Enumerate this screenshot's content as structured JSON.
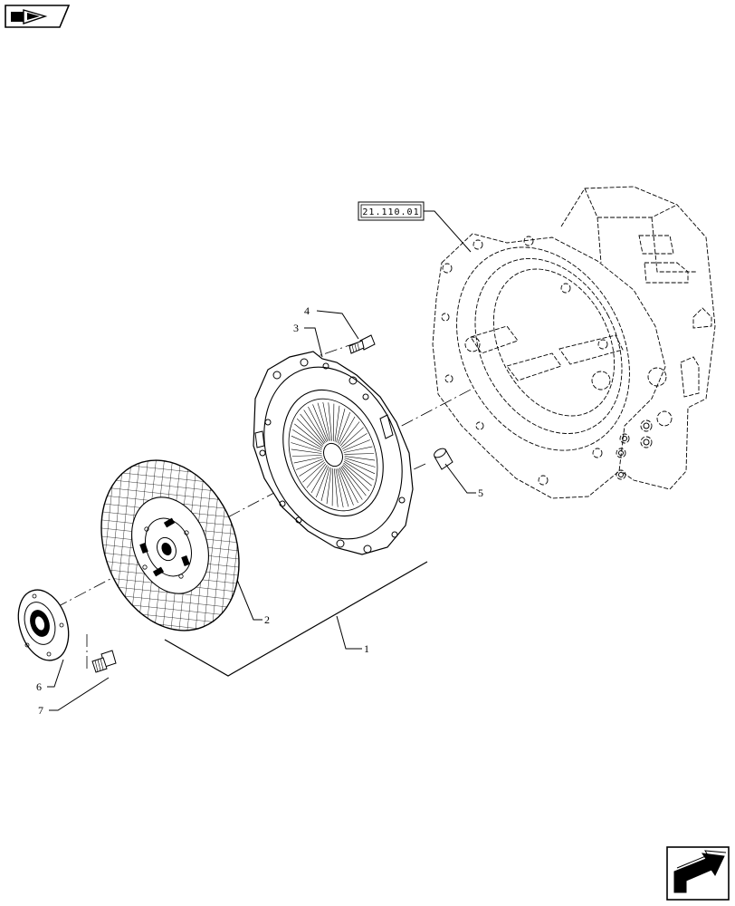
{
  "reference": {
    "label": "21.110.01"
  },
  "callouts": [
    {
      "id": "1",
      "label": "1"
    },
    {
      "id": "2",
      "label": "2"
    },
    {
      "id": "3",
      "label": "3"
    },
    {
      "id": "4",
      "label": "4"
    },
    {
      "id": "5",
      "label": "5"
    },
    {
      "id": "6",
      "label": "6"
    },
    {
      "id": "7",
      "label": "7"
    }
  ],
  "icons": {
    "top_left": "previous-page-arrow-icon",
    "bottom_right": "next-page-arrow-icon"
  }
}
